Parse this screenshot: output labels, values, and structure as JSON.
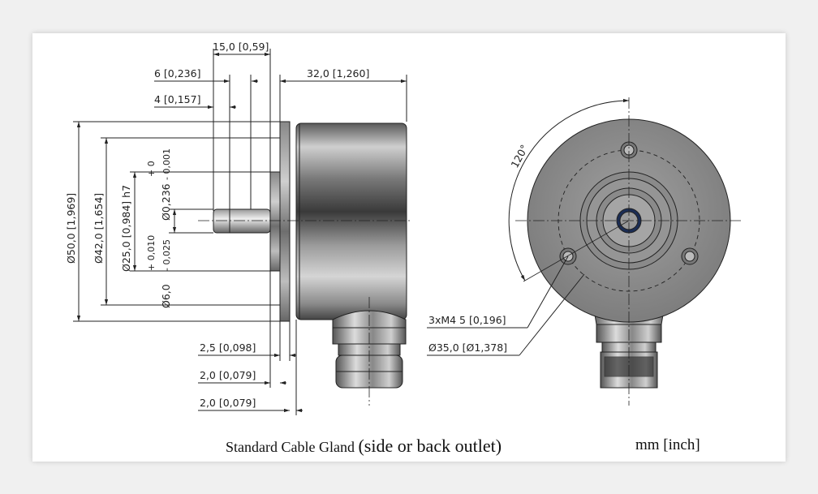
{
  "dimensions": {
    "shaft_total_length": "15,0 [0,59]",
    "flat_length": "6 [0,236]",
    "flat_offset": "4 [0,157]",
    "body_length": "32,0 [1,260]",
    "flange_diameter": "Ø50,0 [1,969]",
    "body_diameter": "Ø42,0 [1,654]",
    "pilot_diameter": "Ø25,0 [0,984] h7",
    "shaft_diameter_inch": "Ø0,236",
    "shaft_tol_inch_upper": "+ 0",
    "shaft_tol_inch_lower": "- 0,001",
    "shaft_diameter": "Ø6,0",
    "shaft_tol_upper": "+ 0,010",
    "shaft_tol_lower": "- 0,025",
    "flange_thickness": "2,5 [0,098]",
    "pilot_thickness_a": "2,0 [0,079]",
    "pilot_thickness_b": "2,0 [0,079]",
    "angle": "120°",
    "threaded_holes": "3xM4  5 [0,196]",
    "bolt_circle": "Ø35,0 [Ø1,378]"
  },
  "caption": {
    "part1": "Standard Cable Gland ",
    "part2": "(side or back outlet)"
  },
  "units": "mm [inch]",
  "colors": {
    "line": "#222222",
    "body_dark": "#3a3a3a",
    "body_light": "#d8d8d8",
    "face": "#8c8c8c"
  }
}
